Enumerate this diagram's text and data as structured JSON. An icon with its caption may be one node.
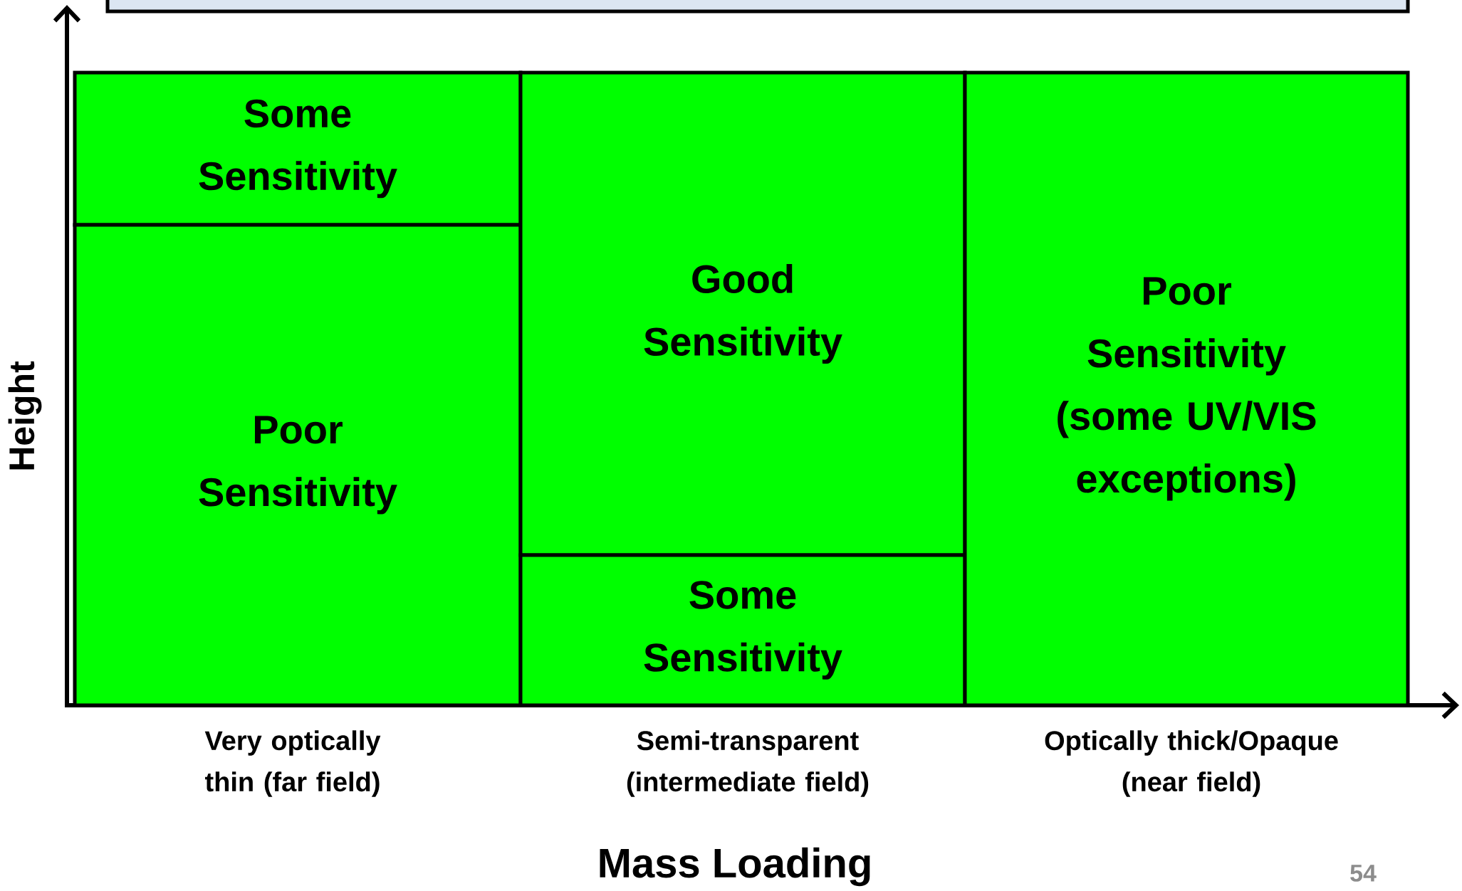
{
  "diagram": {
    "nodes": [
      {
        "text": [],
        "shape": "box"
      },
      {
        "text": [
          "Some Sensitivity"
        ]
      },
      {
        "text": [
          "Poor Sensitivity"
        ]
      },
      {
        "text": [
          "Good Sensitivity"
        ]
      },
      {
        "text": [
          "Some Sensitivity"
        ]
      },
      {
        "text": [
          "Poor Sensitivity (some UV/VIS exceptions)"
        ]
      }
    ],
    "edges": [],
    "labels": [
      "Height",
      "Very optically thin (far field)",
      "Semi-transparent (intermediate field)",
      "Optically thick/Opaque (near field)",
      "Mass Loading",
      "54"
    ]
  }
}
